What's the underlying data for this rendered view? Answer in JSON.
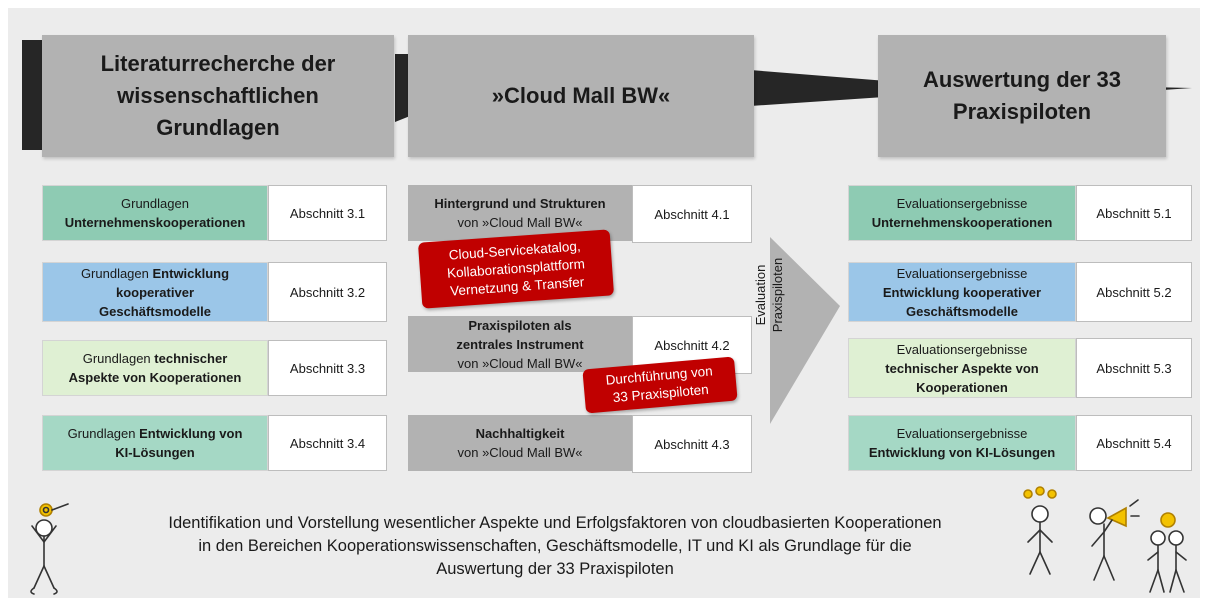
{
  "phases": [
    {
      "line1": "Literaturrecherche der",
      "line2": "wissenschaftlichen",
      "line3": "Grundlagen"
    },
    {
      "title": "»Cloud Mall BW«"
    },
    {
      "line1": "Auswertung der 33",
      "line2": "Praxispiloten"
    }
  ],
  "col1": [
    {
      "pre": "Grundlagen",
      "bold": "Unternehmenskooperationen",
      "ref": "Abschnitt 3.1"
    },
    {
      "pre": "Grundlagen ",
      "bold1": "Entwicklung",
      "bold2": "kooperativer",
      "bold3": "Geschäftsmodelle",
      "ref": "Abschnitt 3.2"
    },
    {
      "pre": "Grundlagen ",
      "bold1": "technischer",
      "bold2": "Aspekte von Kooperationen",
      "ref": "Abschnitt 3.3"
    },
    {
      "pre": "Grundlagen ",
      "bold1": "Entwicklung von",
      "bold2": "KI-Lösungen",
      "ref": "Abschnitt 3.4"
    }
  ],
  "col2": [
    {
      "bold": "Hintergrund und Strukturen",
      "post": "von »Cloud Mall BW«",
      "ref": "Abschnitt 4.1"
    },
    {
      "bold1": "Praxispiloten als",
      "bold2": "zentrales Instrument",
      "post": "von »Cloud Mall BW«",
      "ref": "Abschnitt 4.2"
    },
    {
      "bold": "Nachhaltigkeit",
      "post": "von »Cloud Mall BW«",
      "ref": "Abschnitt 4.3"
    }
  ],
  "callouts": [
    {
      "line1": "Cloud-Servicekatalog,",
      "line2": "Kollaborationsplattform",
      "line3": "Vernetzung & Transfer"
    },
    {
      "line1": "Durchführung von",
      "line2": "33 Praxispiloten"
    }
  ],
  "evaluation": {
    "line1": "Evaluation",
    "line2": "Praxispiloten"
  },
  "col3": [
    {
      "pre": "Evaluationsergebnisse",
      "bold1": "Unternehmenskooperationen",
      "ref": "Abschnitt 5.1"
    },
    {
      "pre": "Evaluationsergebnisse",
      "bold1": "Entwicklung kooperativer",
      "bold2": "Geschäftsmodelle",
      "ref": "Abschnitt 5.2"
    },
    {
      "pre": "Evaluationsergebnisse",
      "bold1": "technischer Aspekte von",
      "bold2": "Kooperationen",
      "ref": "Abschnitt 5.3"
    },
    {
      "pre": "Evaluationsergebnisse",
      "bold1": "Entwicklung von KI-Lösungen",
      "ref": "Abschnitt 5.4"
    }
  ],
  "summary": {
    "line1": "Identifikation und Vorstellung wesentlicher Aspekte und Erfolgsfaktoren von cloudbasierten Kooperationen",
    "line2": "in den Bereichen Kooperationswissenschaften, Geschäftsmodelle, IT und KI als Grundlage für die",
    "line3": "Auswertung der 33 Praxispiloten"
  },
  "colors": {
    "background": "#ececec",
    "phase": "#b2b2b2",
    "arrow": "#262626",
    "callout": "#c00000",
    "teal": "#8ecbb3",
    "blue": "#9bc6e8",
    "lightgreen": "#dff0d3",
    "mint": "#a5d8c5"
  }
}
